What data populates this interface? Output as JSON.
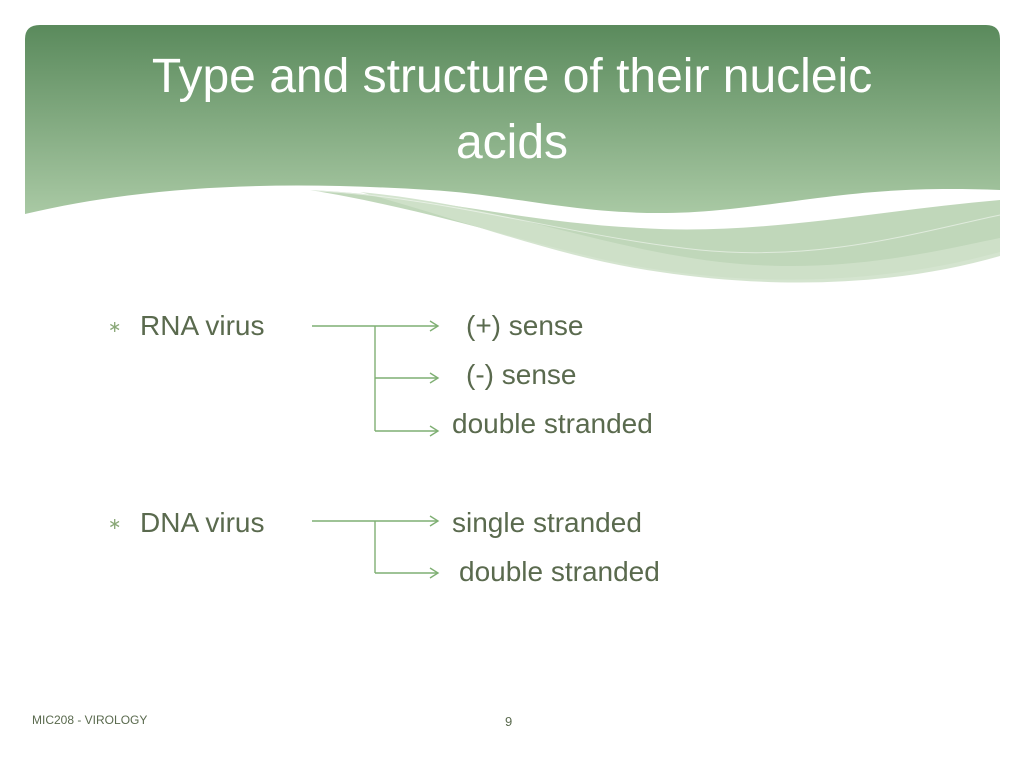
{
  "slide": {
    "title_lines": [
      "Type and structure of their nucleic",
      "acids"
    ],
    "sections": [
      {
        "bullet": "∗",
        "label": "RNA virus",
        "branches": [
          "(+) sense",
          "(-) sense",
          "double stranded"
        ]
      },
      {
        "bullet": "∗",
        "label": "DNA virus",
        "branches": [
          "single stranded",
          "double stranded"
        ]
      }
    ],
    "footer": {
      "course": "MIC208 - VIROLOGY",
      "page_number": "9"
    }
  },
  "colors": {
    "banner_dark": "#5a8a5c",
    "banner_light": "#a9c9a4",
    "text": "#5a6a4e",
    "arrow": "#7faf73",
    "bullet": "#8aa878"
  }
}
